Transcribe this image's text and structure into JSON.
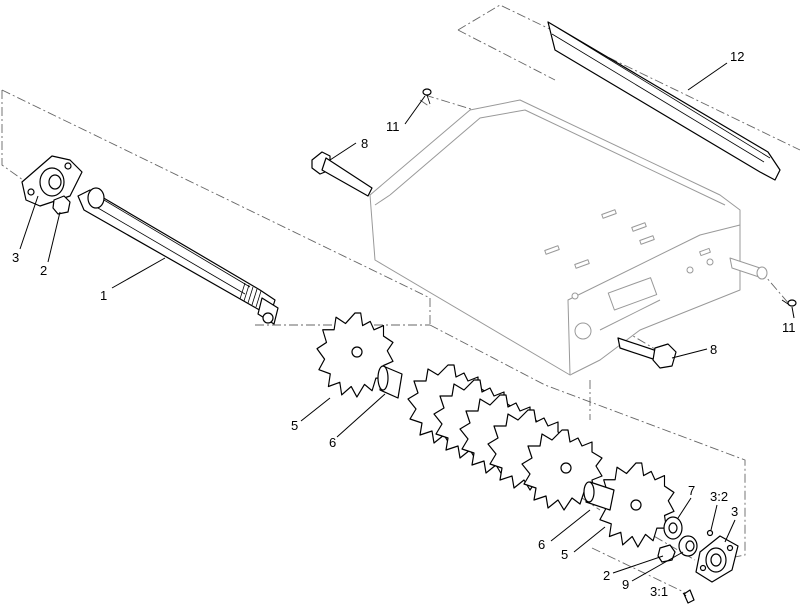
{
  "callouts": {
    "shaft": "1",
    "nut_left": "2",
    "nut_right": "2",
    "bearing_left": "3",
    "bearing_right": "3",
    "bearing_sub_1": "3:1",
    "bearing_sub_2": "3:2",
    "spider_left": "5",
    "spider_right": "5",
    "spacer_left": "6",
    "spacer_right": "6",
    "washer": "7",
    "bolt_upper": "8",
    "bolt_lower": "8",
    "collar": "9",
    "screw_upper": "11",
    "screw_lower": "11",
    "shield": "12"
  }
}
